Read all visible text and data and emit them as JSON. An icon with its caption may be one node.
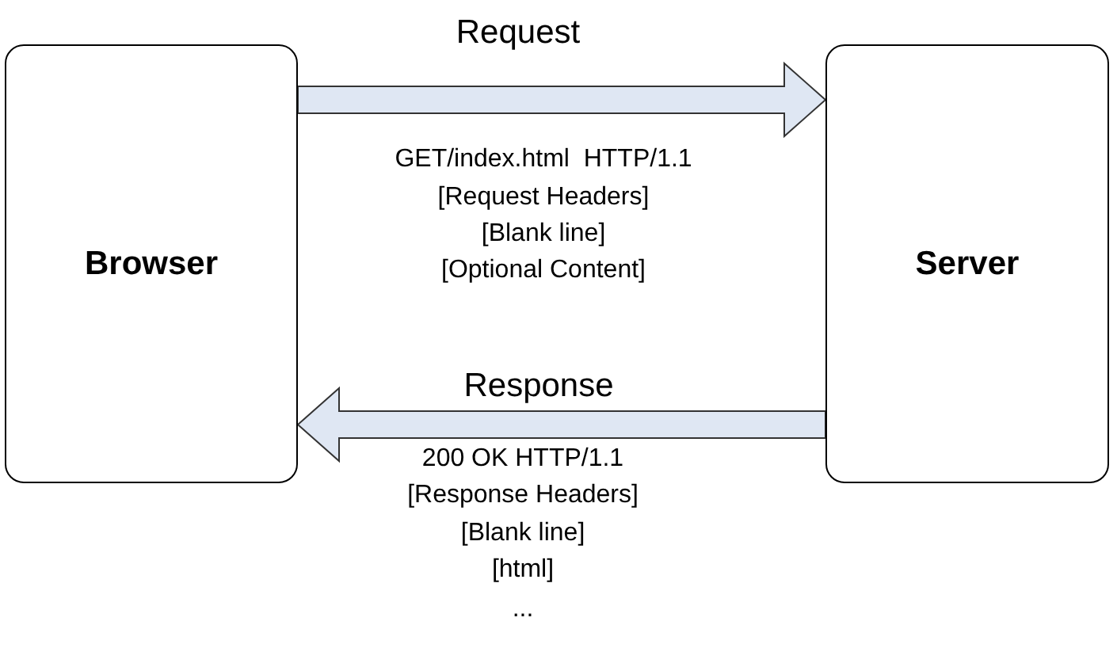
{
  "diagram": {
    "nodes": [
      {
        "text": [
          "Browser"
        ]
      },
      {
        "text": [
          "Server"
        ]
      }
    ],
    "edges": [
      {
        "from": 0,
        "to": 1,
        "arrow": "to",
        "label": "Request"
      },
      {
        "from": 1,
        "to": 0,
        "arrow": "to",
        "label": "Response"
      }
    ],
    "labels": [
      "GET/index.html  HTTP/1.1",
      "[Request Headers]",
      "[Blank line]",
      "[Optional Content]",
      "200 OK HTTP/1.1",
      "[Response Headers]",
      "[Blank line]",
      "[html]",
      "..."
    ]
  }
}
